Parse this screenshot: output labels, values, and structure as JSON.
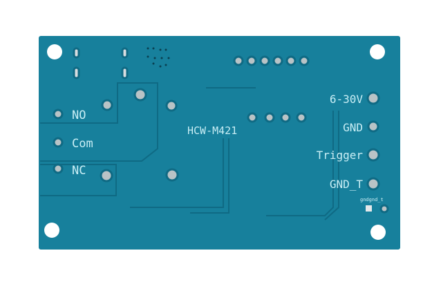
{
  "board": {
    "model": "HCW-M421",
    "relay_labels": [
      "NO",
      "Com",
      "NC"
    ],
    "power_labels": [
      "6-30V",
      "GND",
      "Trigger",
      "GND_T"
    ],
    "small_label": "gndgnd_t",
    "colors": {
      "pcb": "#17809c",
      "pcb_dark": "#0f6a84",
      "silk": "#c9eef5",
      "pad": "#b9c3c6"
    }
  }
}
